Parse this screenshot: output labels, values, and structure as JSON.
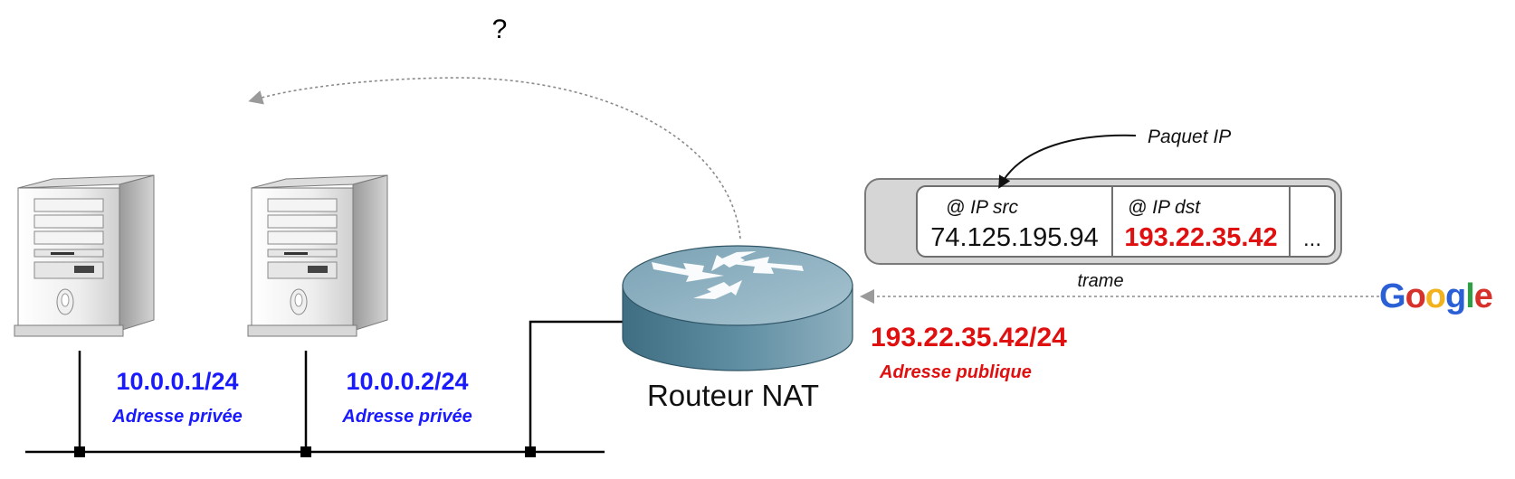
{
  "question_mark": "?",
  "hosts": [
    {
      "address": "10.0.0.1/24",
      "label": "Adresse privée"
    },
    {
      "address": "10.0.0.2/24",
      "label": "Adresse privée"
    }
  ],
  "router": {
    "name": "Routeur NAT",
    "public_address": "193.22.35.42/24",
    "public_label": "Adresse publique"
  },
  "frame": {
    "caption": "trame",
    "packet_label": "Paquet IP",
    "src_header": "@ IP src",
    "src_value": "74.125.195.94",
    "dst_header": "@ IP dst",
    "dst_value": "193.22.35.42",
    "more": "..."
  },
  "google_logo": "Google",
  "colors": {
    "private_blue": "#1a1aff",
    "public_red": "#e01010",
    "router_body": "#4f7f93",
    "router_top": "#8fb4c4",
    "link_gray": "#999999"
  }
}
